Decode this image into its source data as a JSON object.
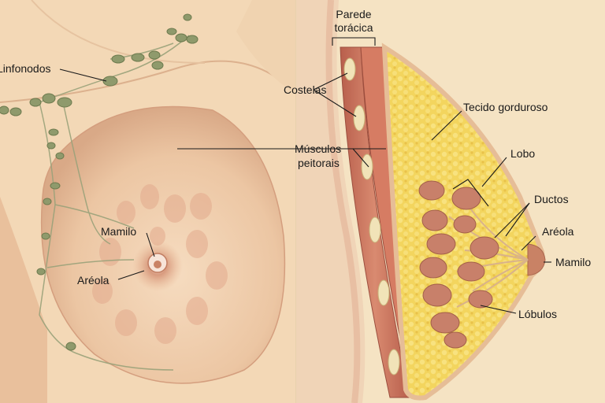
{
  "labels": {
    "linfonodos": "Linfonodos",
    "mamilo_left": "Mamilo",
    "areola_left": "Aréola",
    "parede_line1": "Parede",
    "parede_line2": "torácica",
    "costelas": "Costelas",
    "musculos_line1": "Músculos",
    "musculos_line2": "peitorais",
    "tecido": "Tecido gorduroso",
    "lobo": "Lobo",
    "ductos": "Ductos",
    "areola_right": "Aréola",
    "mamilo_right": "Mamilo",
    "lobulos": "Lóbulos"
  },
  "colors": {
    "skin_light": "#f6e1bf",
    "skin_mid": "#ebc7a0",
    "skin_shadow": "#d9a985",
    "lymph_node": "#8f9a6c",
    "muscle": "#c9705a",
    "fat": "#f2d25a",
    "lobule": "#c8806a",
    "nipple": "#c98265"
  }
}
